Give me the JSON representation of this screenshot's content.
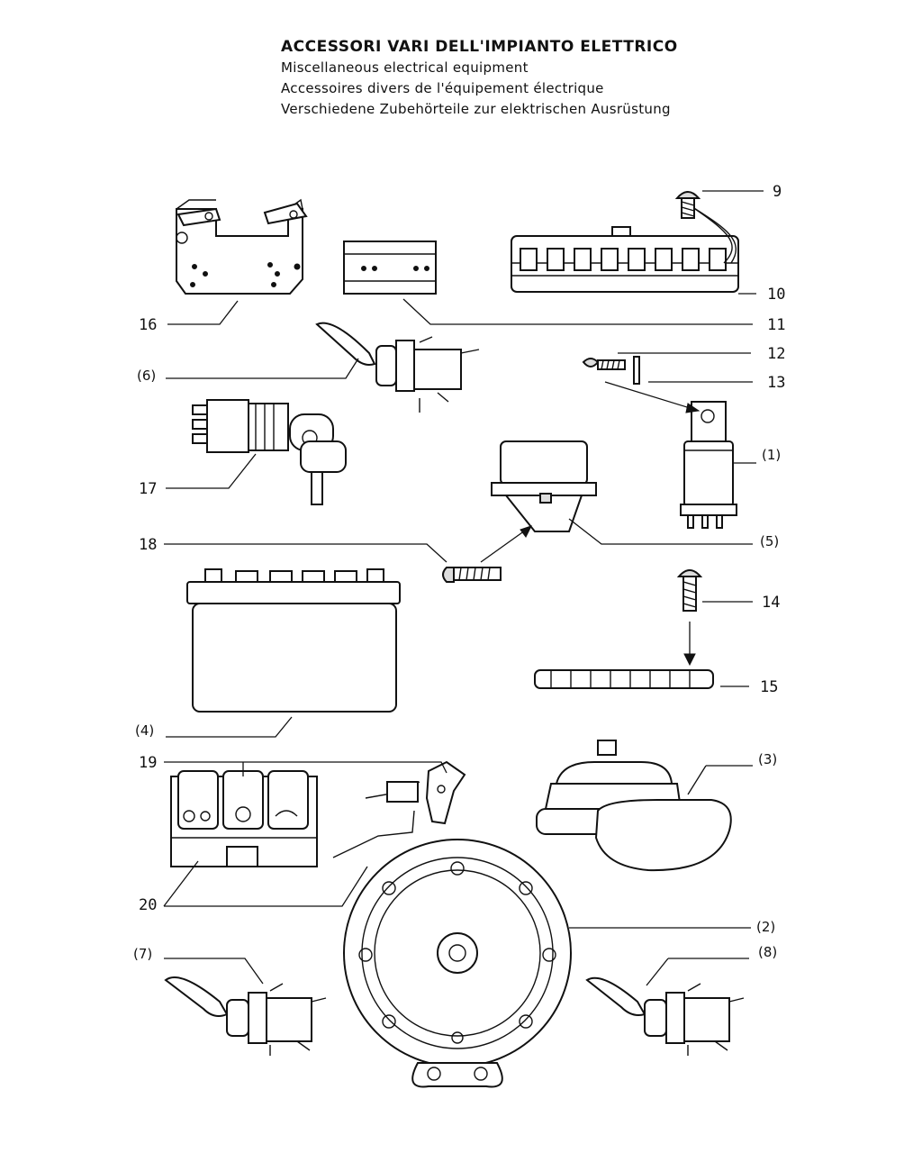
{
  "header": {
    "title_it": "ACCESSORI VARI DELL'IMPIANTO ELETTRICO",
    "title_en": "Miscellaneous electrical equipment",
    "title_fr": "Accessoires divers de l'équipement électrique",
    "title_de": "Verschiedene Zubehörteile zur elektrischen Ausrüstung"
  },
  "callouts": {
    "c9": "9",
    "c10": "10",
    "c11": "11",
    "c12": "12",
    "c13": "13",
    "c14": "14",
    "c15": "15",
    "c16": "16",
    "c17": "17",
    "c18": "18",
    "c19": "19",
    "c20": "20",
    "p1": "(1)",
    "p2": "(2)",
    "p3": "(3)",
    "p4": "(4)",
    "p5": "(5)",
    "p6": "(6)",
    "p7": "(7)",
    "p8": "(8)"
  }
}
